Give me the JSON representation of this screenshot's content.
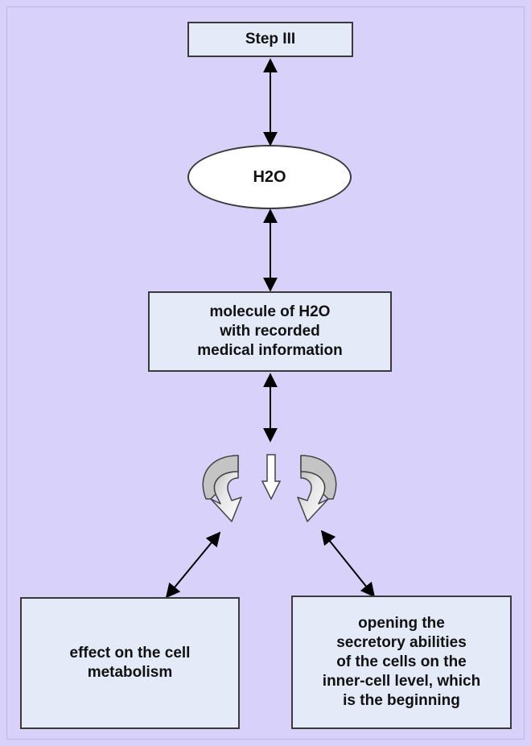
{
  "diagram": {
    "step_title": "Step III",
    "water_label": "H2O",
    "molecule_label": "molecule of H2O\nwith recorded\nmedical information",
    "left_outcome": "effect on the cell\nmetabolism",
    "right_outcome": "opening the\nsecretory abilities\nof the cells on the\ninner-cell level, which\nis the beginning"
  },
  "colors": {
    "background": "#d8d1fa",
    "box_fill": "#e4eaf8",
    "ellipse_fill": "#ffffff",
    "stroke": "#3a3a3a",
    "curved_arrow_fill": "#c8c8c8"
  }
}
